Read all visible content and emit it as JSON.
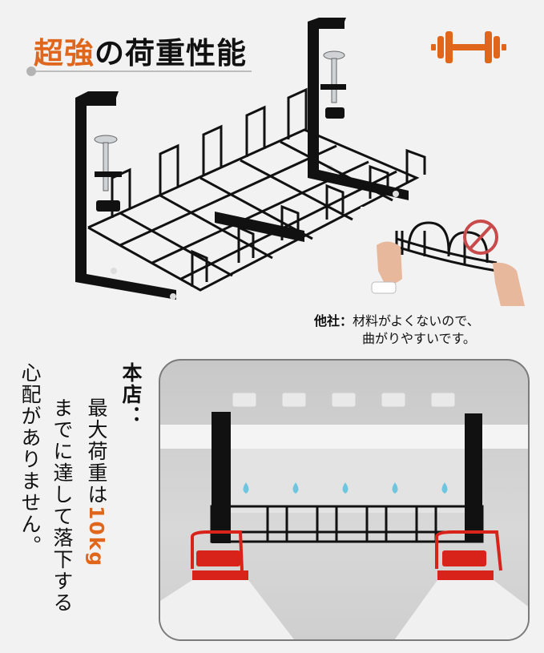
{
  "header": {
    "title_accent": "超強",
    "title_rest": "の荷重性能",
    "icon": "dumbbell-icon",
    "accent_color": "#e0661c"
  },
  "competitor": {
    "label": "他社：",
    "line1": "材料がよくないので、",
    "line2": "曲がりやすいです。",
    "prohibited_icon": "no-sign-icon"
  },
  "store_claim": {
    "heading": "本店：",
    "line2_prefix": "最大荷重は",
    "line2_value": "10kg",
    "line3": "までに達して落下する",
    "line4": "心配がありません。"
  },
  "demo": {
    "bottle_count": 5,
    "jug_count": 2,
    "drop_color": "#6ec6de",
    "cap_color": "#d8231a"
  }
}
